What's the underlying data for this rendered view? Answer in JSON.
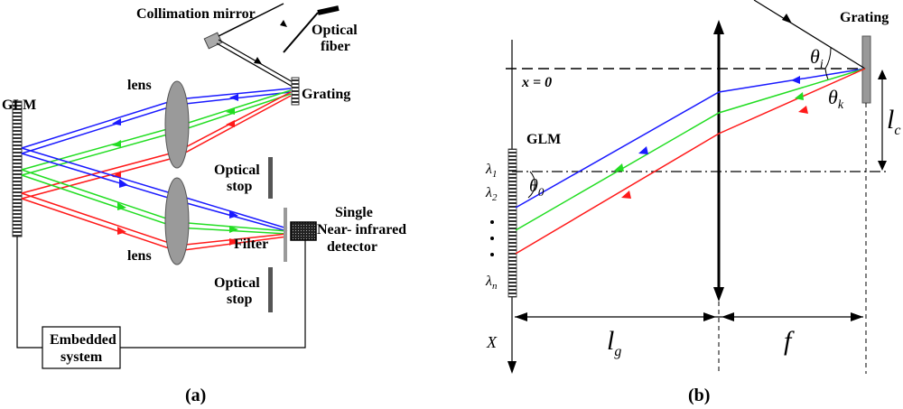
{
  "panel_a": {
    "caption": "(a)",
    "collimation_mirror": "Collimation mirror",
    "optical_fiber_line1": "Optical",
    "optical_fiber_line2": "fiber",
    "grating": "Grating",
    "glm": "GLM",
    "lens_top": "lens",
    "lens_bottom": "lens",
    "optical_stop_top_1": "Optical",
    "optical_stop_top_2": "stop",
    "optical_stop_bottom_1": "Optical",
    "optical_stop_bottom_2": "stop",
    "filter": "Filter",
    "detector_line1": "Single",
    "detector_line2": "Near- infrared",
    "detector_line3": "detector",
    "embedded_line1": "Embedded",
    "embedded_line2": "system"
  },
  "panel_b": {
    "caption": "(b)",
    "grating": "Grating",
    "glm": "GLM",
    "x_zero": "x = 0",
    "theta_i": "θ",
    "theta_i_sub": "i",
    "theta_k": "θ",
    "theta_k_sub": "k",
    "theta_0": "θ",
    "theta_0_sub": "0",
    "l_c": "l",
    "l_c_sub": "c",
    "l_g": "l",
    "l_g_sub": "g",
    "f": "f",
    "X": "X",
    "lambda1": "λ",
    "lambda1_sub": "1",
    "lambda2": "λ",
    "lambda2_sub": "2",
    "lambdan": "λ",
    "lambdan_sub": "n"
  },
  "colors": {
    "blue": "#1a1aff",
    "green": "#22dd22",
    "red": "#ff1a1a",
    "gray": "#9a9a9a"
  }
}
